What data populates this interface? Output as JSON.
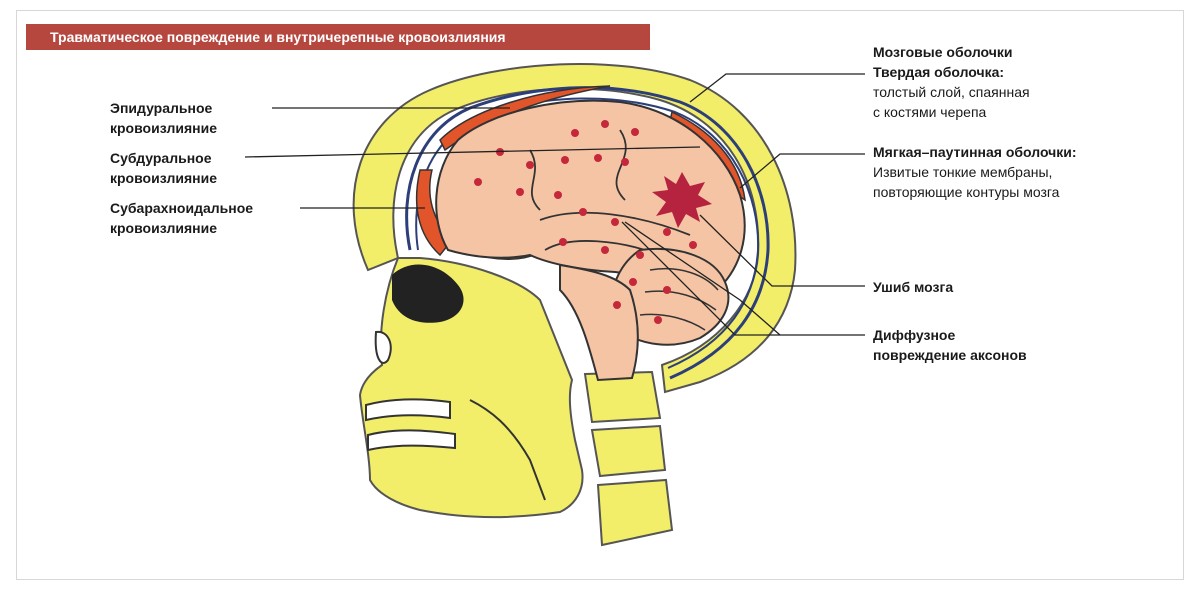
{
  "title": "Травматическое повреждение и внутричерепные кровоизлияния",
  "labels": {
    "epidural": {
      "line1": "Эпидуральное",
      "line2": "кровоизлияние"
    },
    "subdural": {
      "line1": "Субдуральное",
      "line2": "кровоизлияние"
    },
    "subarachnoid": {
      "line1": "Субарахноидальное",
      "line2": "кровоизлияние"
    },
    "meninges": {
      "heading": "Мозговые оболочки",
      "dura_title": "Твердая оболочка:",
      "dura_desc1": "толстый слой, спаянная",
      "dura_desc2": "с костями черепа"
    },
    "pia": {
      "title": "Мягкая–паутинная оболочки:",
      "desc1": "Извитые тонкие мембраны,",
      "desc2": "повторяющие контуры мозга"
    },
    "contusion": "Ушиб мозга",
    "axonal": {
      "line1": "Диффузное",
      "line2": "повреждение аксонов"
    }
  },
  "colors": {
    "title_bg": "#b5473f",
    "bone": "#f2ee6a",
    "brain": "#f5c4a5",
    "hemorrhage": "#e2552b",
    "dots": "#c4283a",
    "contusion": "#b5233f",
    "membrane": "#2d3f7a"
  }
}
